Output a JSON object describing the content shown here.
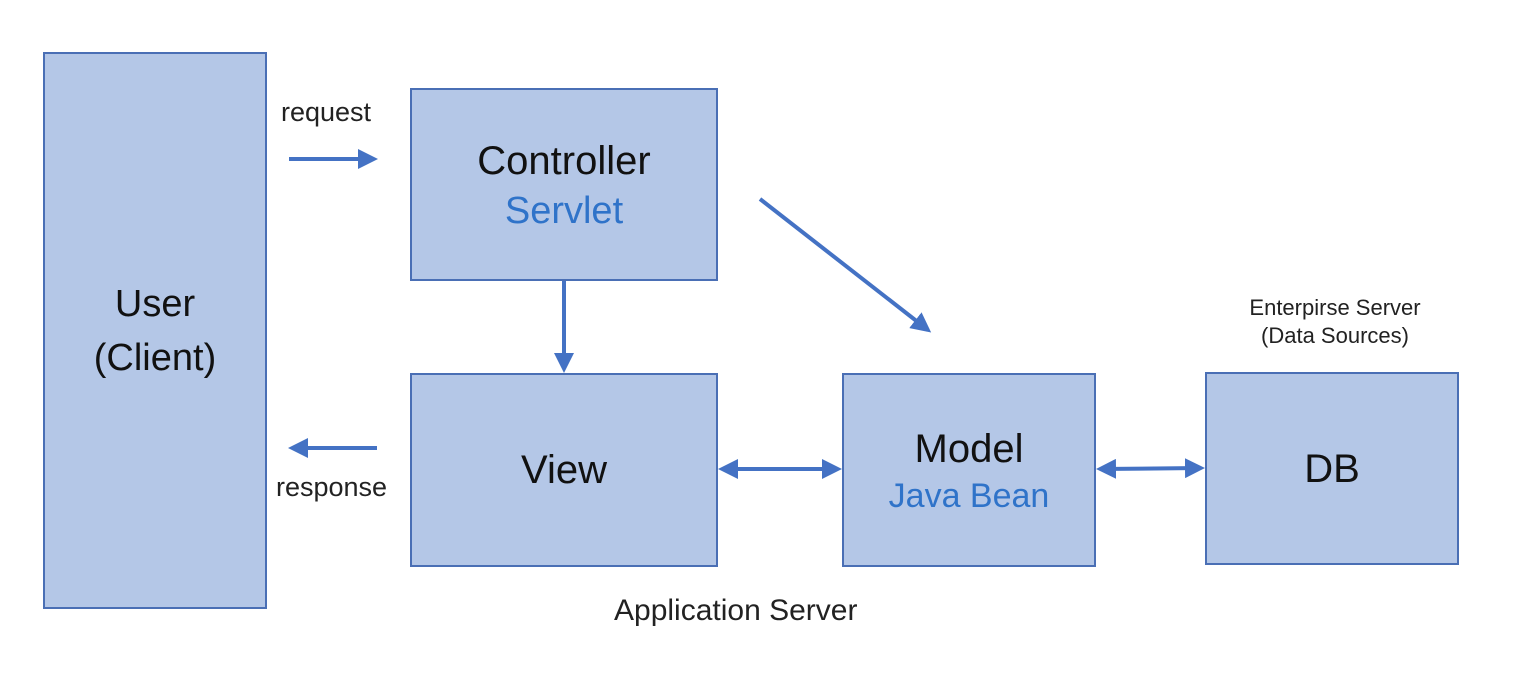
{
  "boxes": {
    "user": {
      "line1": "User",
      "line2": "(Client)"
    },
    "controller": {
      "title": "Controller",
      "subtitle": "Servlet"
    },
    "view": {
      "title": "View"
    },
    "model": {
      "title": "Model",
      "subtitle": "Java Bean"
    },
    "db": {
      "title": "DB"
    }
  },
  "labels": {
    "request": "request",
    "response": "response",
    "application_server": "Application Server",
    "enterprise_line1": "Enterpirse Server",
    "enterprise_line2": "(Data Sources)"
  },
  "colors": {
    "box_fill": "#b4c7e7",
    "box_border": "#4a6fb5",
    "arrow": "#4472c4",
    "subtitle_text": "#2f73c9"
  }
}
